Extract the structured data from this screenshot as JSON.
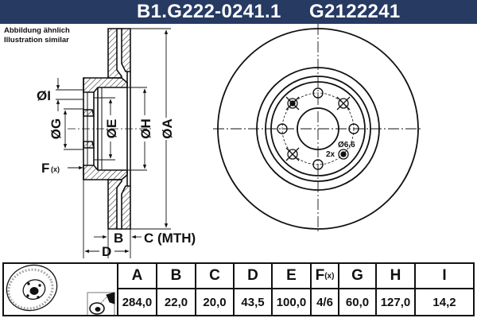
{
  "header": {
    "part_number": "B1.G222-0241.1",
    "oe_number": "G2122241",
    "background_color": "#263a62"
  },
  "note": {
    "line1": "Abbildung ähnlich",
    "line2": "Illustration similar"
  },
  "drawing": {
    "labels": {
      "I": "ØI",
      "G": "ØG",
      "E": "ØE",
      "H": "ØH",
      "A": "ØA",
      "F": "F",
      "F_sub": "(x)",
      "B": "B",
      "C": "C (MTH)",
      "D": "D"
    },
    "front_view": {
      "hole_dia": "Ø6,6",
      "hole_count": "2x"
    }
  },
  "table": {
    "columns": [
      {
        "key": "A",
        "header": "A",
        "value": "284,0"
      },
      {
        "key": "B",
        "header": "B",
        "value": "22,0"
      },
      {
        "key": "C",
        "header": "C",
        "value": "20,0"
      },
      {
        "key": "D",
        "header": "D",
        "value": "43,5"
      },
      {
        "key": "E",
        "header": "E",
        "value": "100,0"
      },
      {
        "key": "F",
        "header": "F",
        "header_sub": "(x)",
        "value": "4/6"
      },
      {
        "key": "G",
        "header": "G",
        "value": "60,0"
      },
      {
        "key": "H",
        "header": "H",
        "value": "127,0"
      },
      {
        "key": "I",
        "header": "I",
        "value": "14,2"
      }
    ],
    "icons": [
      "brake-disc-3d-icon",
      "spray-can-icon"
    ]
  }
}
